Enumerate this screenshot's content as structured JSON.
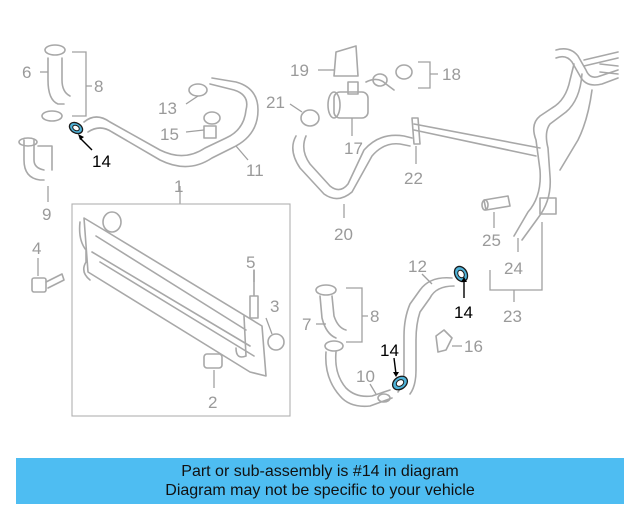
{
  "diagram": {
    "labels": {
      "n1": "1",
      "n2": "2",
      "n3": "3",
      "n4": "4",
      "n5": "5",
      "n6": "6",
      "n7": "7",
      "n8a": "8",
      "n8b": "8",
      "n9": "9",
      "n10": "10",
      "n11": "11",
      "n12": "12",
      "n13": "13",
      "n14a": "14",
      "n14b": "14",
      "n14c": "14",
      "n15": "15",
      "n16": "16",
      "n17": "17",
      "n18": "18",
      "n19": "19",
      "n20": "20",
      "n21": "21",
      "n22": "22",
      "n23": "23",
      "n24": "24",
      "n25": "25"
    },
    "colors": {
      "highlight": "#4fb3d9",
      "part_line": "#a8a8a8",
      "banner": "#4ebdf2"
    }
  },
  "banner": {
    "line1": "Part or sub-assembly is #14 in diagram",
    "line2": "Diagram may not be specific to your vehicle"
  }
}
